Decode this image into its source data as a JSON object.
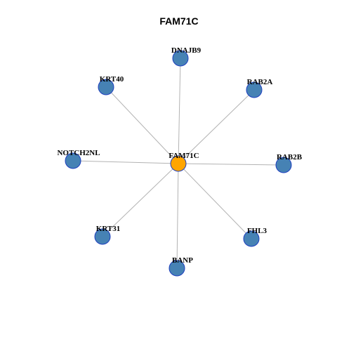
{
  "title": "FAM71C",
  "center": {
    "label": "FAM71C",
    "color": "#FFA500"
  },
  "neighbors": [
    {
      "label": "DNAJB9"
    },
    {
      "label": "RAB2A"
    },
    {
      "label": "RAB2B"
    },
    {
      "label": "FHL3"
    },
    {
      "label": "BANP"
    },
    {
      "label": "KRT31"
    },
    {
      "label": "NOTCH2NL"
    },
    {
      "label": "KRT40"
    }
  ],
  "neighbor_color": "#4682B4",
  "node_border_color": "#1E3FBF",
  "edge_color": "#B3B3B3"
}
